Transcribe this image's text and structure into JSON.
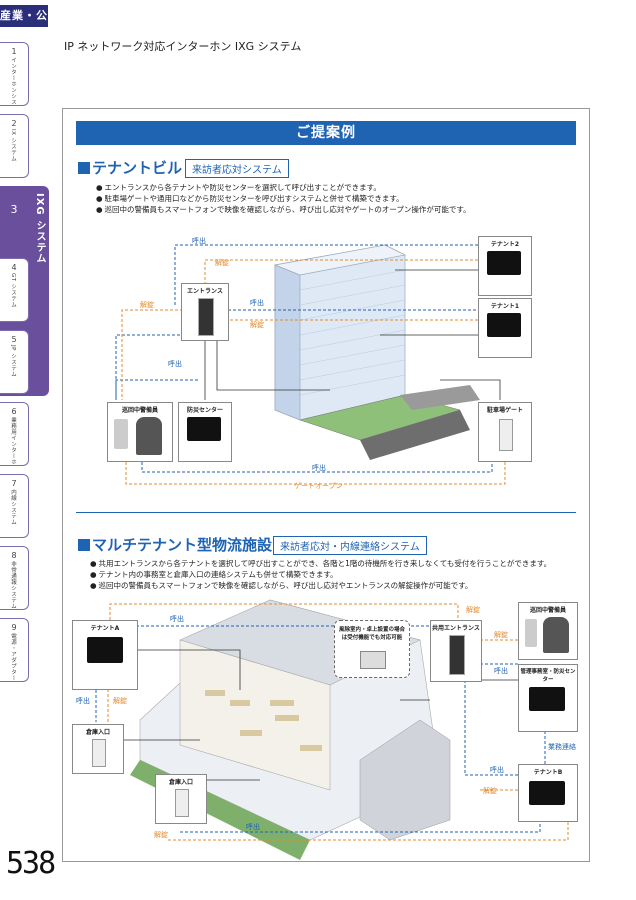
{
  "category": "産業・公共",
  "page_title": "IP ネットワーク対応インターホン IXG システム",
  "page_number": "538",
  "side_tabs": [
    {
      "num": "1",
      "label": "インターホンシステム　ご選択にあたって"
    },
    {
      "num": "2",
      "label": "IX システム"
    },
    {
      "num": "3",
      "label": "IXG システム"
    },
    {
      "num": "4",
      "label": "GT システム"
    },
    {
      "num": "5",
      "label": "JP システム"
    },
    {
      "num": "6",
      "label": "業務用インターホン"
    },
    {
      "num": "7",
      "label": "内線システム"
    },
    {
      "num": "8",
      "label": "非常通報システム"
    },
    {
      "num": "9",
      "label": "電源・アダプター"
    }
  ],
  "banner": "ご提案例",
  "section1": {
    "title": "テナントビル",
    "subtitle": "来訪者応対システム",
    "bullets": [
      "エントランスから各テナントや防災センターを選択して呼び出すことができます。",
      "駐車場ゲートや通用口などから防災センターを呼び出すシステムと併せて構築できます。",
      "巡回中の警備員もスマートフォンで映像を確認しながら、呼び出し応対やゲートのオープン操作が可能です。"
    ],
    "devices": {
      "tenant2": "テナント2",
      "tenant1": "テナント1",
      "entrance": "エントランス",
      "guard": "巡回中警備員",
      "disaster": "防災センター",
      "parking": "駐車場ゲート"
    },
    "flows": {
      "call": "呼出",
      "unlock": "解錠",
      "gate_open": "ゲートオープン"
    }
  },
  "section2": {
    "title": "マルチテナント型物流施設",
    "subtitle": "来訪者応対・内線連絡システム",
    "bullets": [
      "共用エントランスから各テナントを選択して呼び出すことができ、各階と1階の待機所を行き来しなくても受付を行うことができます。",
      "テナント内の事務室と倉庫入口の連絡システムも併せて構築できます。",
      "巡回中の警備員もスマートフォンで映像を確認しながら、呼び出し応対やエントランスの解錠操作が可能です。"
    ],
    "devices": {
      "tenantA": "テナントA",
      "warehouse1": "倉庫入口",
      "warehouse2": "倉庫入口",
      "shared_entrance": "共用エントランス",
      "guard": "巡回中警備員",
      "office": "管理事務室・防災センター",
      "tenantB": "テナントB"
    },
    "callout": "風除室内・卓上設置の場合は受付機能でも対応可能",
    "flows": {
      "call": "呼出",
      "unlock": "解錠",
      "business": "業務連絡"
    }
  },
  "colors": {
    "brand_blue": "#1f63b3",
    "category_navy": "#2b2f7a",
    "active_tab": "#6a4f9c",
    "unlock_orange": "#e58a2c"
  }
}
